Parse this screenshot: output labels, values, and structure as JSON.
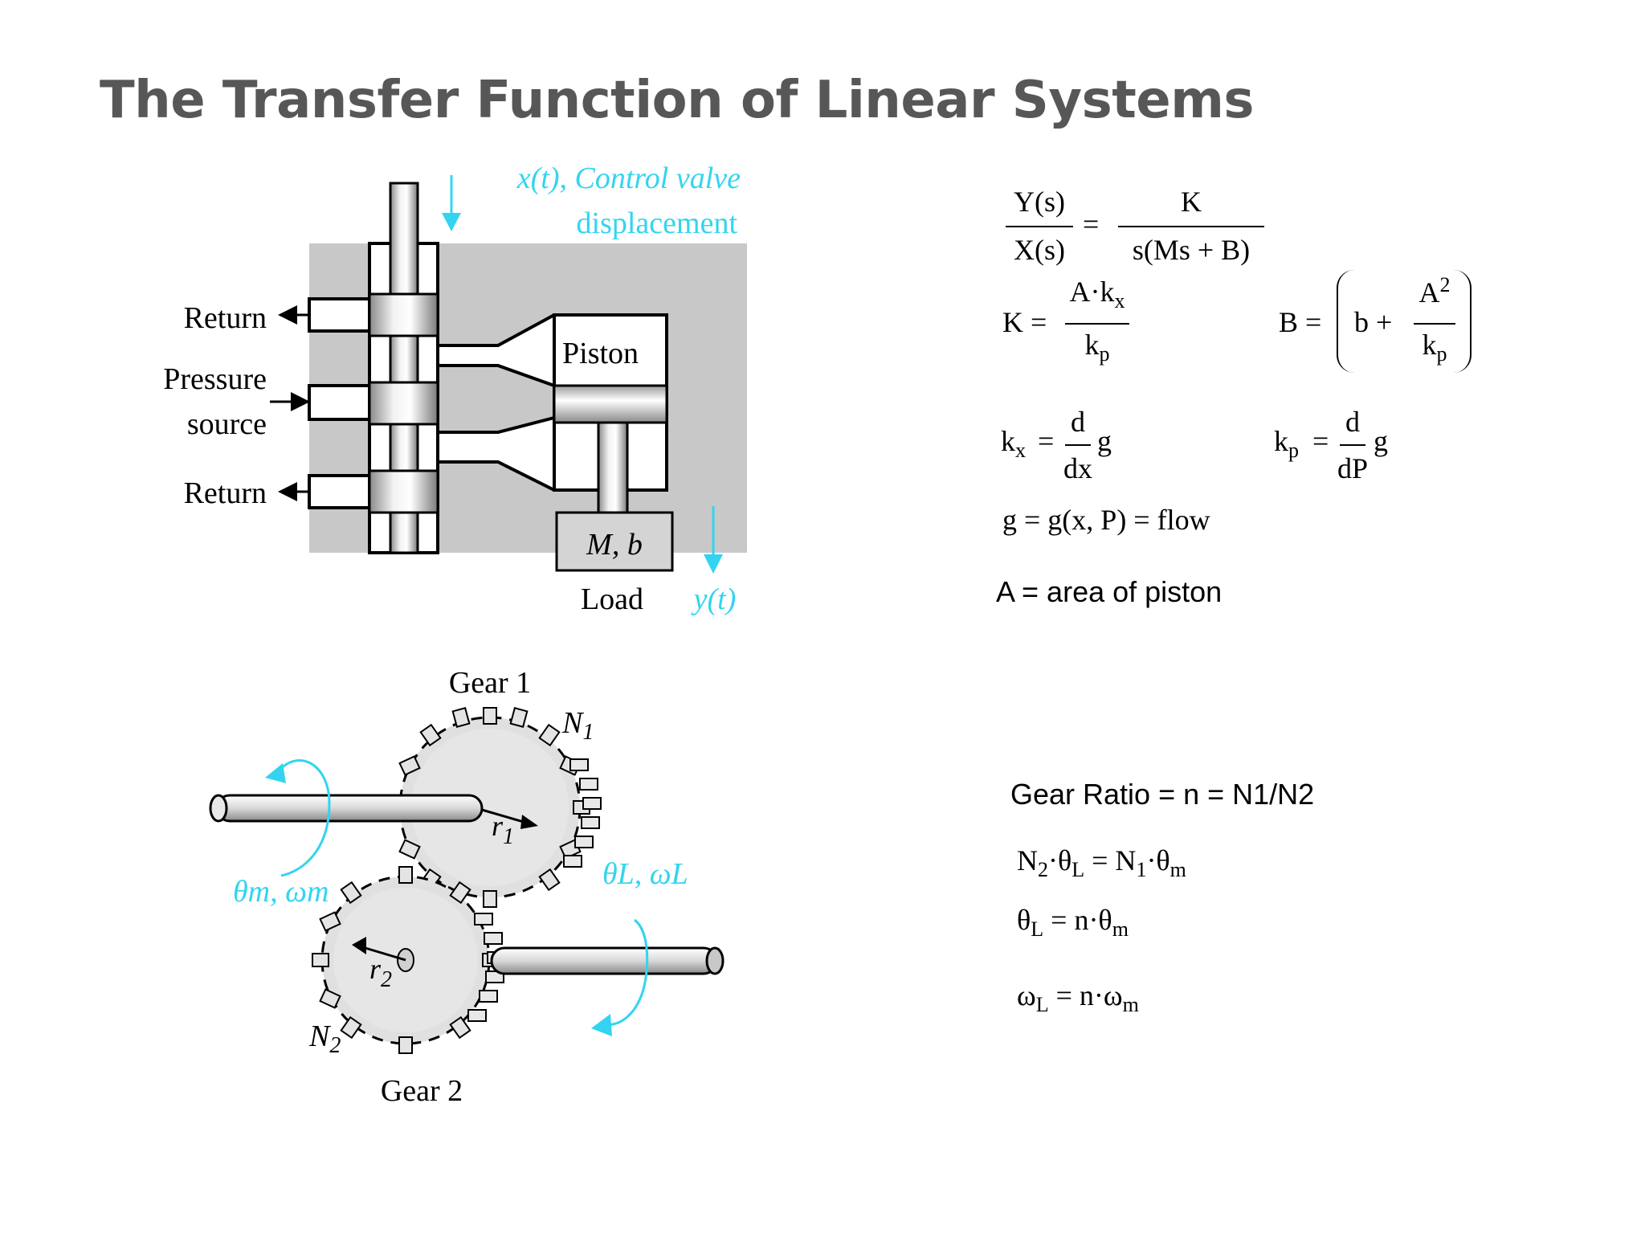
{
  "slide": {
    "title": "The Transfer Function of Linear Systems"
  },
  "valve_diagram": {
    "input_label": "x(t), Control valve",
    "input_label_line2": "displacement",
    "return_top": "Return",
    "pressure_line1": "Pressure",
    "pressure_line2": "source",
    "return_bottom": "Return",
    "piston": "Piston",
    "mass": "M, b",
    "load": "Load",
    "output": "y(t)",
    "accent_color": "#33d4f0"
  },
  "gear_diagram": {
    "gear1": "Gear 1",
    "n1": "N",
    "n1_sub": "1",
    "r1": "r",
    "r1_sub": "1",
    "theta_m": "θm, ωm",
    "theta_l": "θL, ωL",
    "r2": "r",
    "r2_sub": "2",
    "n2": "N",
    "n2_sub": "2",
    "gear2": "Gear 2"
  },
  "equations": {
    "tf_num": "Y(s)",
    "tf_den": "X(s)",
    "tf_eq": "=",
    "tf_rhs_num": "K",
    "tf_rhs_den": "s(Ms + B)",
    "k_lhs": "K =",
    "k_num": "A·k",
    "k_num_sub": "x",
    "k_den": "k",
    "k_den_sub": "p",
    "b_lhs": "B =",
    "b_b": "b +",
    "b_num": "A",
    "b_num_sup": "2",
    "b_den": "k",
    "b_den_sub": "p",
    "kx_lhs": "k",
    "kx_lhs_sub": "x",
    "kx_eq": "=",
    "kx_num": "d",
    "kx_den": "dx",
    "kx_g": "g",
    "kp_lhs": "k",
    "kp_lhs_sub": "p",
    "kp_eq": "=",
    "kp_num": "d",
    "kp_den": "dP",
    "kp_g": "g",
    "g_def": "g = g(x, P) = flow",
    "area_def": "A = area of piston",
    "gear_ratio": "Gear Ratio = n = N1/N2",
    "g_eq1_a": "N",
    "g_eq1_a_sub": "2",
    "g_eq1_b": "·θ",
    "g_eq1_b_sub": "L",
    "g_eq1_c": " = N",
    "g_eq1_c_sub": "1",
    "g_eq1_d": "·θ",
    "g_eq1_d_sub": "m",
    "g_eq2_a": "θ",
    "g_eq2_a_sub": "L",
    "g_eq2_b": " = n·θ",
    "g_eq2_b_sub": "m",
    "g_eq3_a": "ω",
    "g_eq3_a_sub": "L",
    "g_eq3_b": " = n·ω",
    "g_eq3_b_sub": "m"
  }
}
